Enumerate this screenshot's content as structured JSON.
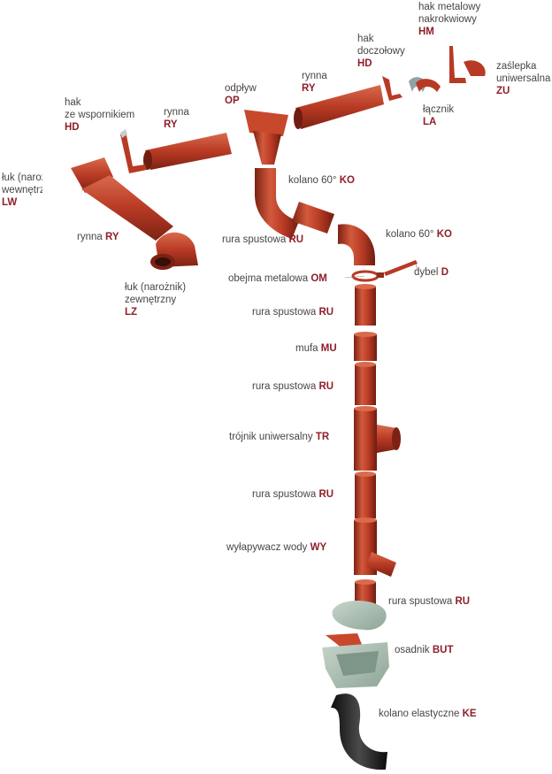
{
  "colors": {
    "terracotta": "#b83a24",
    "terracotta_dark": "#7c2214",
    "terracotta_light": "#d96a4c",
    "label_text": "#4a4444",
    "code_text": "#8e1f2a",
    "grate": "#9fb3a6",
    "hose": "#1e1e1e"
  },
  "labels": {
    "hm": {
      "text": "hak metalowy\nnakrokwiowy",
      "code": "HM"
    },
    "hd_top": {
      "text": "hak\ndoczołowy",
      "code": "HD"
    },
    "zu": {
      "text": "zaślepka\nuniwersalna",
      "code": "ZU"
    },
    "ry_top": {
      "text": "rynna",
      "code": "RY"
    },
    "la": {
      "text": "łącznik",
      "code": "LA"
    },
    "op": {
      "text": "odpływ",
      "code": "OP"
    },
    "ry_mid": {
      "text": "rynna",
      "code": "RY"
    },
    "hd_left": {
      "text": "hak\nze wspornikiem",
      "code": "HD"
    },
    "lw": {
      "text": "łuk (narożnik)\nwewnętrzny",
      "code": "LW"
    },
    "ko1": {
      "text": "kolano 60°",
      "code": "KO"
    },
    "ry_left": {
      "text": "rynna",
      "code": "RY"
    },
    "ru1": {
      "text": "rura spustowa",
      "code": "RU"
    },
    "ko2": {
      "text": "kolano 60°",
      "code": "KO"
    },
    "lz": {
      "text": "łuk (narożnik)\nzewnętrzny",
      "code": "LZ"
    },
    "om": {
      "text": "obejma metalowa",
      "code": "OM"
    },
    "d": {
      "text": "dybel",
      "code": "D"
    },
    "ru2": {
      "text": "rura spustowa",
      "code": "RU"
    },
    "mu": {
      "text": "mufa",
      "code": "MU"
    },
    "ru3": {
      "text": "rura spustowa",
      "code": "RU"
    },
    "tr": {
      "text": "trójnik uniwersalny",
      "code": "TR"
    },
    "ru4": {
      "text": "rura spustowa",
      "code": "RU"
    },
    "wy": {
      "text": "wyłapywacz wody",
      "code": "WY"
    },
    "ru5": {
      "text": "rura spustowa",
      "code": "RU"
    },
    "but": {
      "text": "osadnik",
      "code": "BUT"
    },
    "ke": {
      "text": "kolano elastyczne",
      "code": "KE"
    }
  }
}
